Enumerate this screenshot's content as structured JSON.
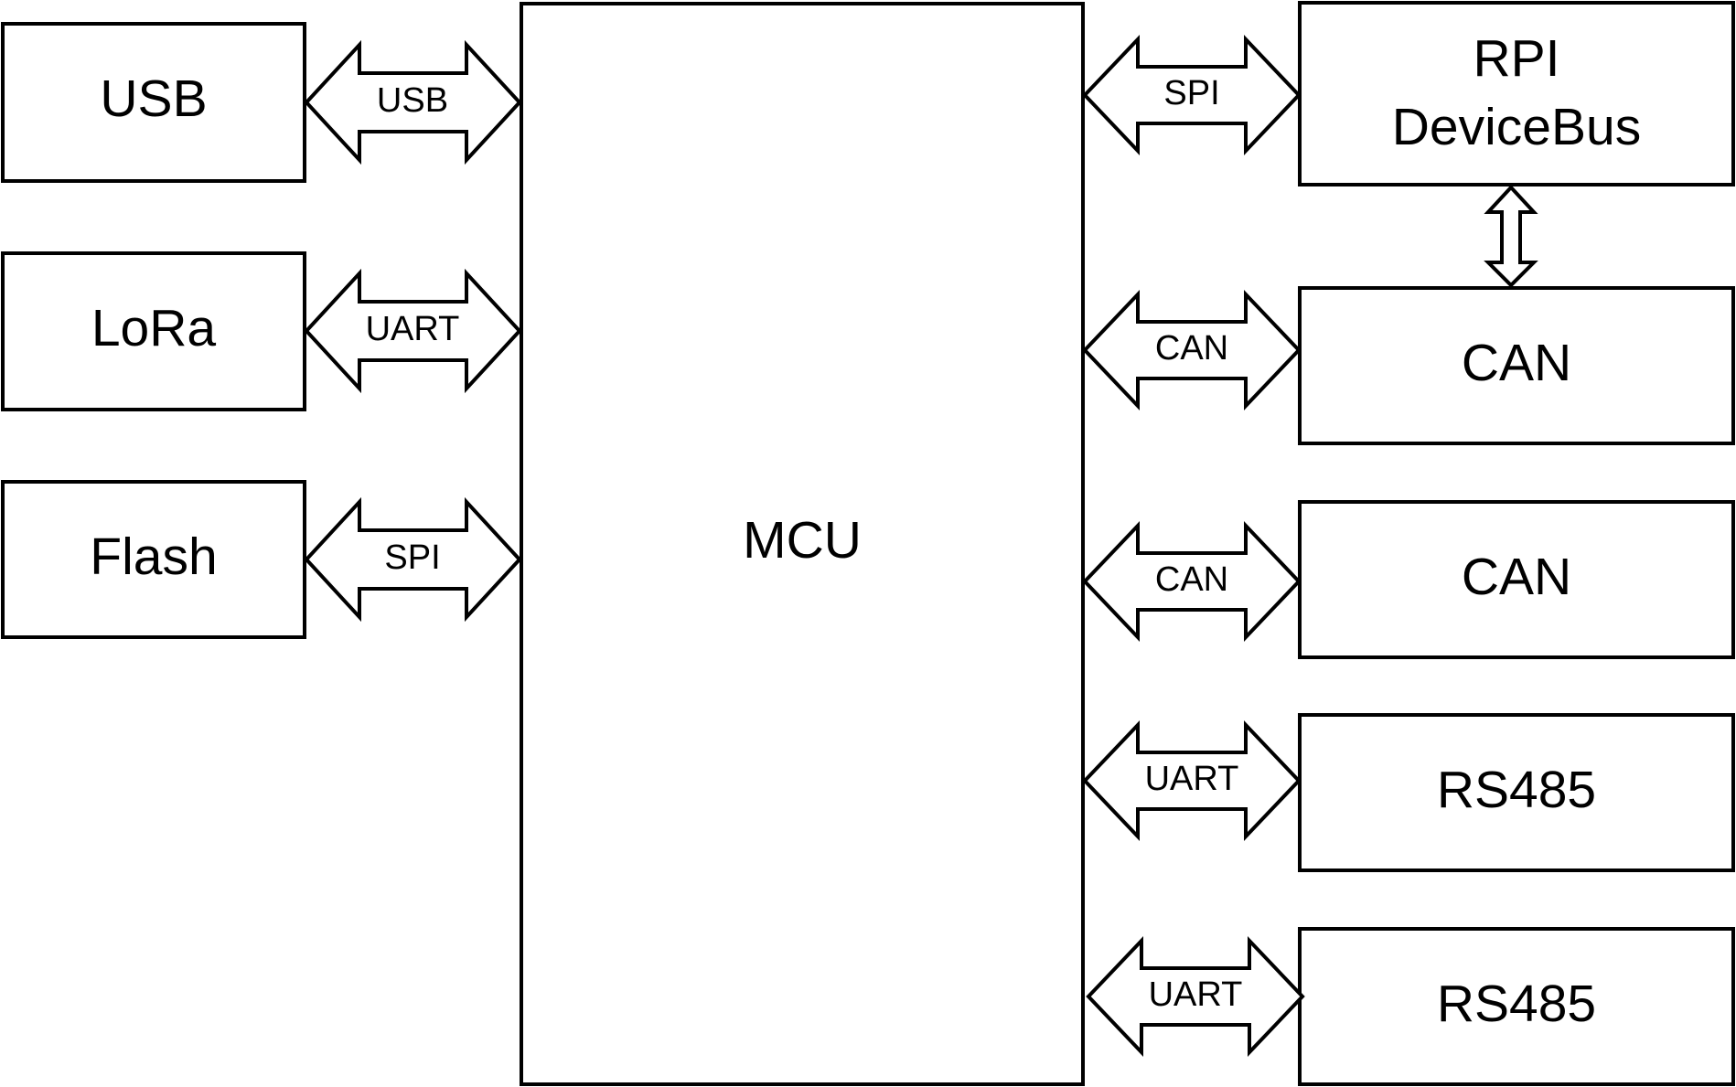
{
  "mcu": {
    "label": "MCU"
  },
  "left_modules": [
    {
      "id": "usb",
      "label": "USB",
      "bus": "USB"
    },
    {
      "id": "lora",
      "label": "LoRa",
      "bus": "UART"
    },
    {
      "id": "flash",
      "label": "Flash",
      "bus": "SPI"
    }
  ],
  "right_modules": [
    {
      "id": "rpi",
      "label_lines": [
        "RPI",
        "DeviceBus"
      ],
      "bus": "SPI"
    },
    {
      "id": "can1",
      "label": "CAN",
      "bus": "CAN"
    },
    {
      "id": "can2",
      "label": "CAN",
      "bus": "CAN"
    },
    {
      "id": "rs485-1",
      "label": "RS485",
      "bus": "UART"
    },
    {
      "id": "rs485-2",
      "label": "RS485",
      "bus": "UART"
    }
  ]
}
